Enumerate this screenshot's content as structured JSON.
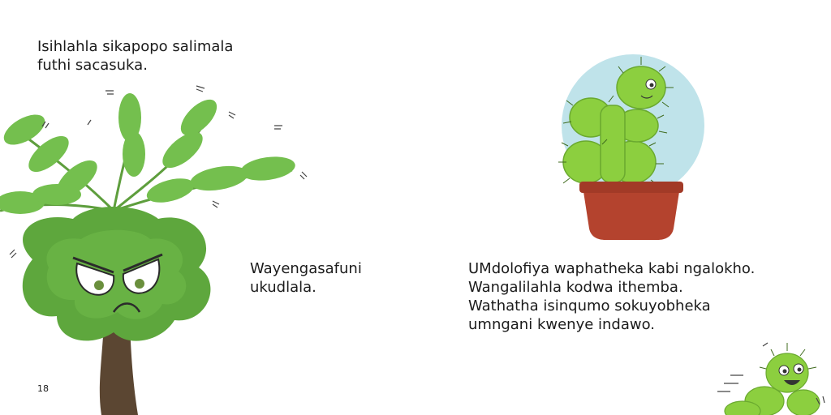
{
  "page": {
    "number": "18",
    "text_top": "Isihlahla sikapopo salimala\nfuthi sacasuka.",
    "text_middle": "Wayengasafuni\nukudlala.",
    "text_right": "UMdolofiya waphatheka kabi ngalokho.\nWangalilahla kodwa ithemba.\nWathatha isinqumo sokuyobheka\numngani kwenye indawo."
  },
  "illustrations": {
    "tree": "angry-tree-illustration",
    "cactus_pot": "potted-cactus-illustration",
    "cactus_running": "running-cactus-illustration"
  },
  "colors": {
    "leaf_green": "#6dba45",
    "leaf_dark": "#4e9a34",
    "trunk_brown": "#5b4632",
    "cactus_green": "#8ccf3f",
    "pot_red": "#b4432e",
    "sky_blue": "#bfe3ea"
  }
}
